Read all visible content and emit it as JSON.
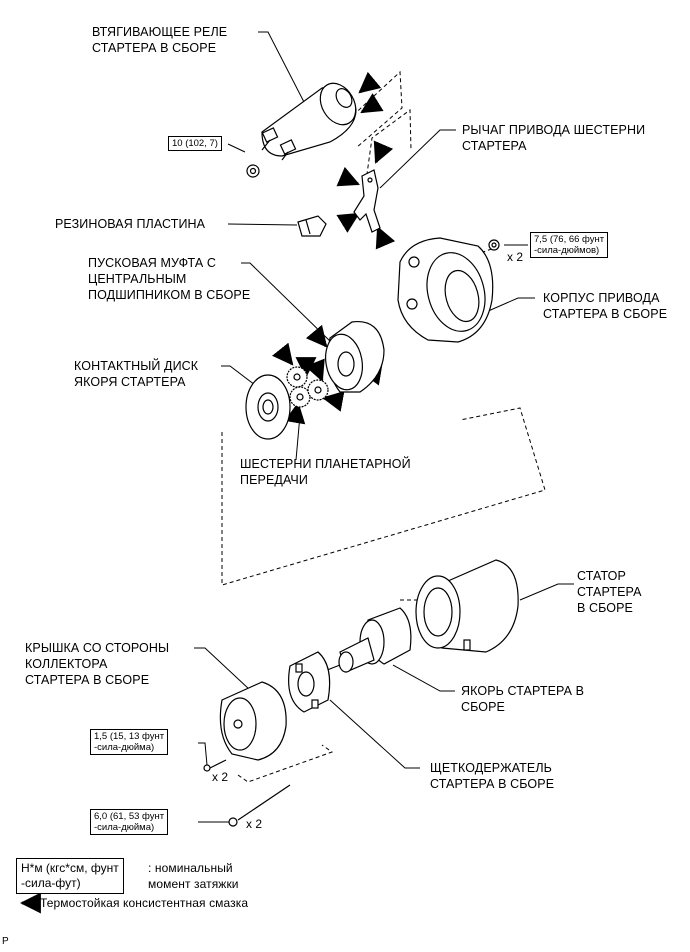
{
  "labels": {
    "solenoid": "ВТЯГИВАЮЩЕЕ РЕЛЕ\nСТАРТЕРА В СБОРЕ",
    "lever": "РЫЧАГ ПРИВОДА ШЕСТЕРНИ\nСТАРТЕРА",
    "rubber_plate": "РЕЗИНОВАЯ ПЛАСТИНА",
    "clutch": "ПУСКОВАЯ МУФТА С\nЦЕНТРАЛЬНЫМ\nПОДШИПНИКОМ В СБОРЕ",
    "drive_housing": "КОРПУС ПРИВОДА\nСТАРТЕРА В СБОРЕ",
    "contact_plate": "КОНТАКТНЫЙ ДИСК\nЯКОРЯ СТАРТЕРА",
    "planetary_gears": "ШЕСТЕРНИ ПЛАНЕТАРНОЙ\nПЕРЕДАЧИ",
    "yoke": "СТАТОР\nСТАРТЕРА\nВ СБОРЕ",
    "commutator_end_frame": "КРЫШКА СО СТОРОНЫ\nКОЛЛЕКТОРА\nСТАРТЕРА В СБОРЕ",
    "armature": "ЯКОРЬ СТАРТЕРА В\nСБОРЕ",
    "brush_holder": "ЩЕТКОДЕРЖАТЕЛЬ\nСТАРТЕРА В СБОРЕ"
  },
  "torques": {
    "solenoid_nut": "10 (102, 7)",
    "housing_nut": "7,5 (76, 66 фунт\n-сила-дюймов)",
    "end_frame_screw": "1,5 (15, 13 фунт\n-сила-дюйма)",
    "through_bolt": "6,0 (61, 53 фунт\n-сила-дюйма)"
  },
  "multipliers": {
    "housing_nut": "x 2",
    "end_frame_screw": "x 2",
    "through_bolt": "x 2"
  },
  "legend": {
    "unit_box": "Н*м (кгс*см, фунт\n-сила-фут)",
    "unit_desc": ": номинальный\nмомент затяжки",
    "grease": "Термостойкая консистентная смазка"
  },
  "corner_code": "P"
}
